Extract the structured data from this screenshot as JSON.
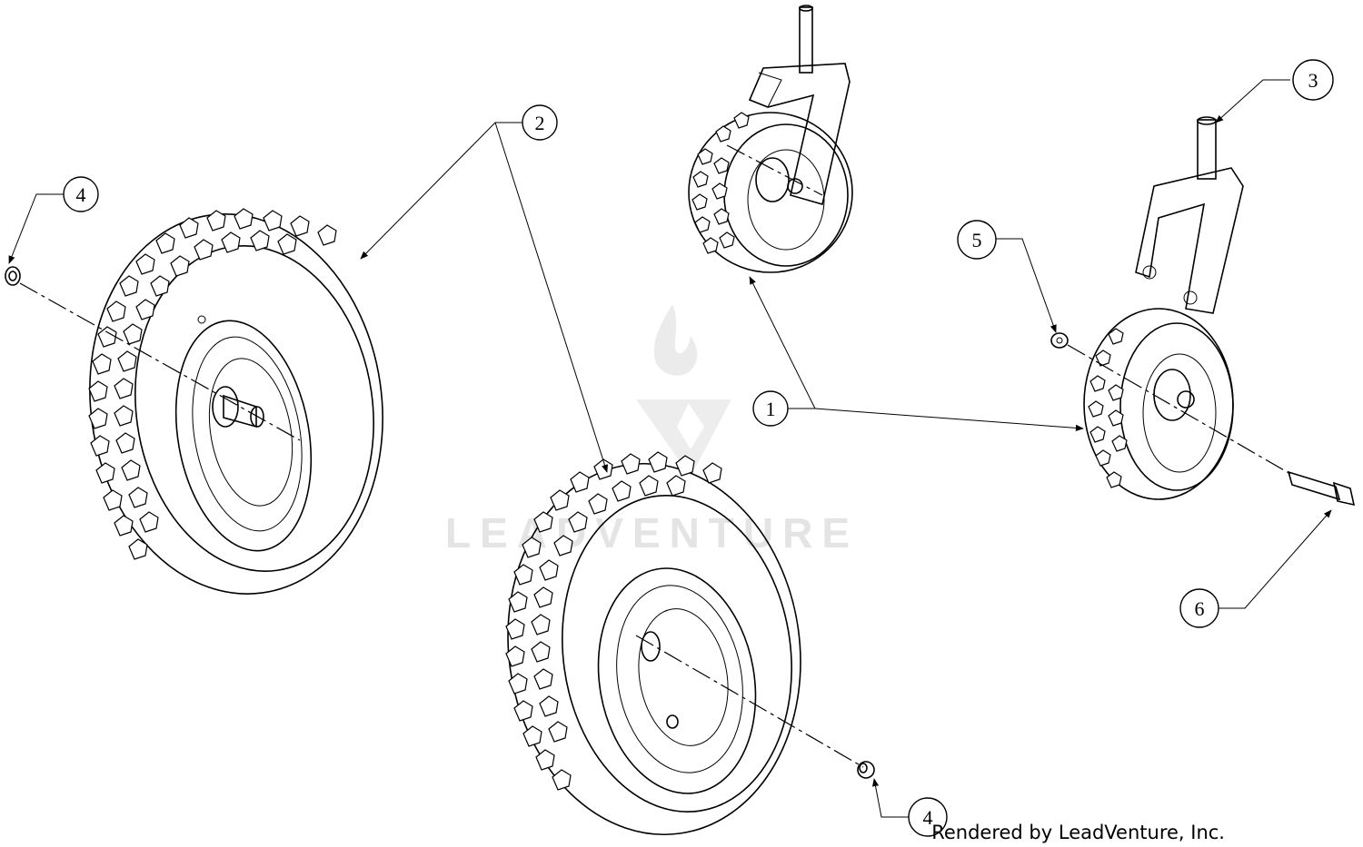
{
  "callouts": [
    {
      "id": "c1",
      "label": "1"
    },
    {
      "id": "c2",
      "label": "2"
    },
    {
      "id": "c3",
      "label": "3"
    },
    {
      "id": "c4a",
      "label": "4"
    },
    {
      "id": "c4b",
      "label": "4"
    },
    {
      "id": "c5",
      "label": "5"
    },
    {
      "id": "c6",
      "label": "6"
    }
  ],
  "watermark": {
    "text": "LEADVENTURE"
  },
  "credit": {
    "text": "Rendered by LeadVenture, Inc."
  }
}
